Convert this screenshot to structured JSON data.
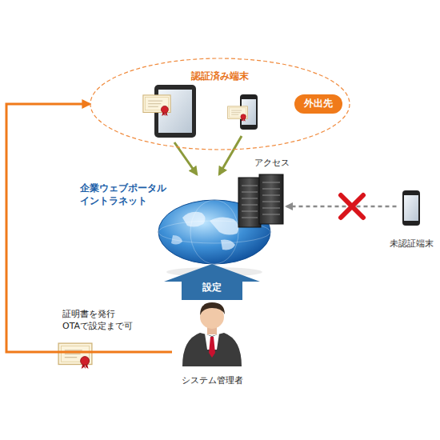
{
  "diagram": {
    "nodes": [
      {
        "text": [
          "認証済み端末"
        ]
      },
      {
        "text": [
          "外出先"
        ]
      },
      {
        "text": [
          "企業ウェブポータル イントラネット"
        ]
      },
      {
        "text": [
          "未認証端末"
        ]
      },
      {
        "text": [
          "設定"
        ]
      },
      {
        "text": [
          "システム管理者"
        ]
      }
    ],
    "edges": [
      {
        "from": 0,
        "to": 2,
        "arrow": "to"
      },
      {
        "from": 0,
        "to": 2,
        "arrow": "to"
      },
      {
        "from": 3,
        "to": 2,
        "arrow": "to"
      },
      {
        "from": 5,
        "to": 0,
        "arrow": "to"
      }
    ],
    "labels": [
      "アクセス",
      "証明書を発行 OTAで設定まで可"
    ]
  }
}
